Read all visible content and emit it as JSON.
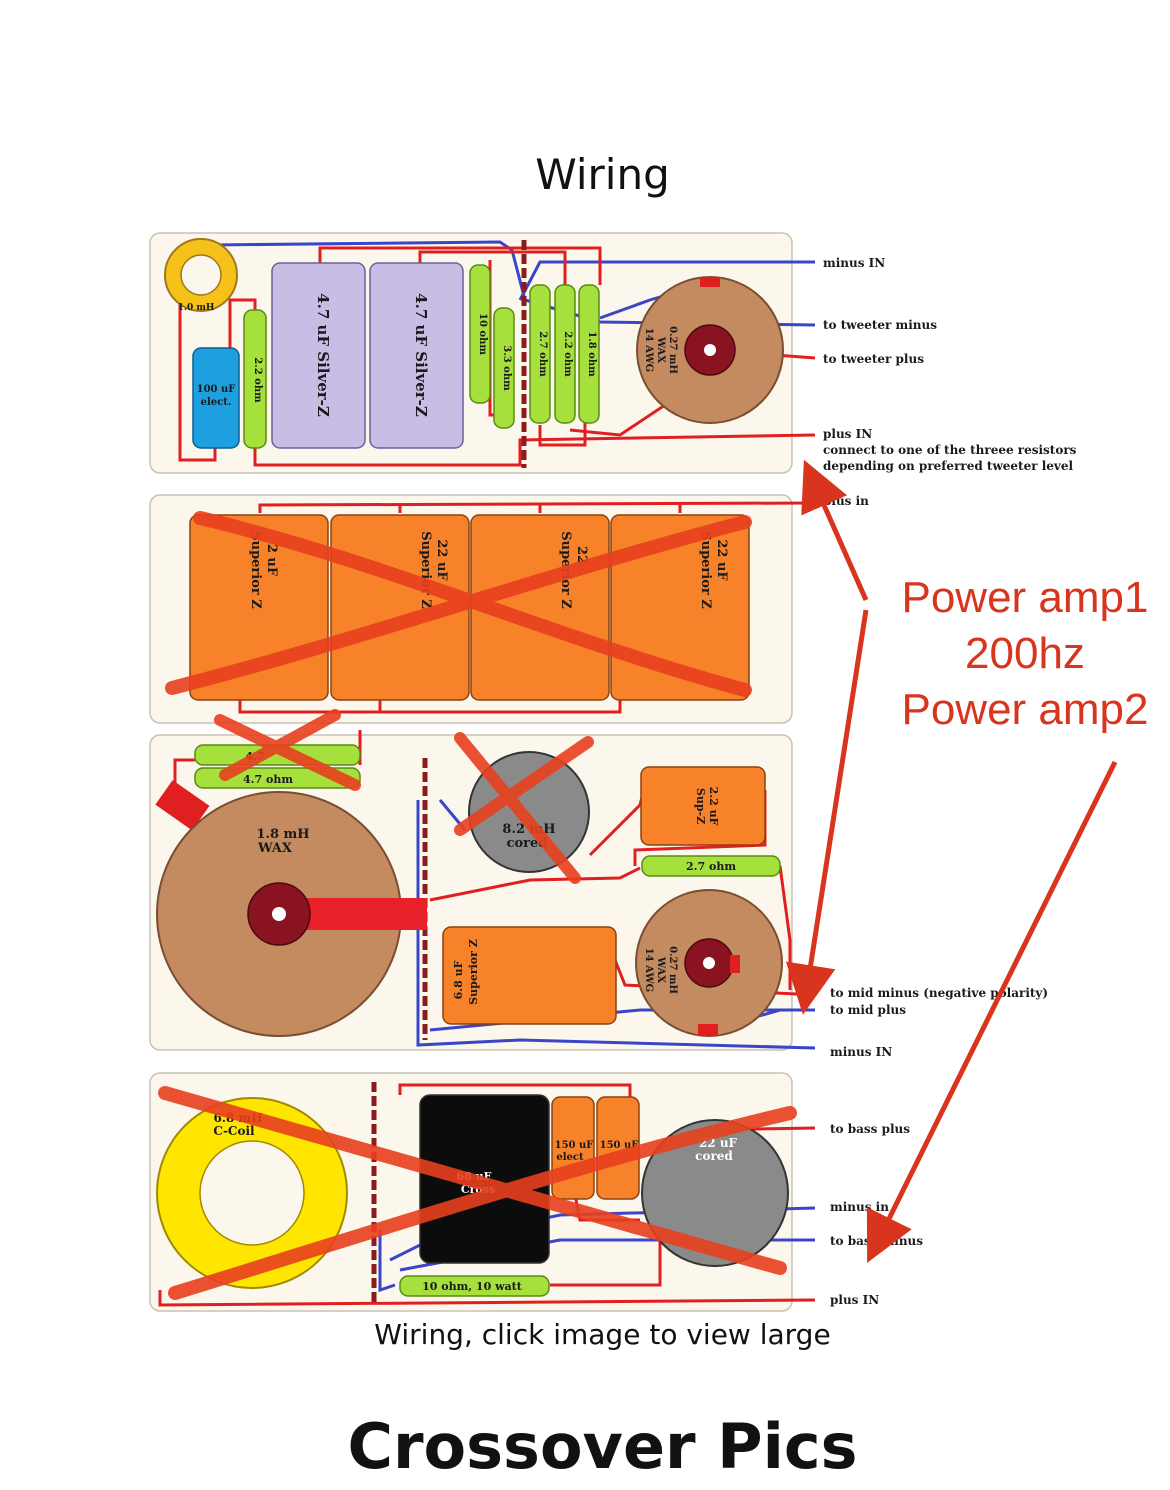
{
  "title": "Wiring",
  "caption": "Wiring, click image to view large",
  "footer_heading": "Crossover Pics",
  "colors": {
    "wire_red": "#e02020",
    "wire_blue": "#3a45c8",
    "annotation_red": "#d8341e",
    "panel_bg": "#fbf7ec",
    "cap_orange": "#f7822a",
    "cap_lavender": "#c9bde6",
    "resistor_green": "#a6e03c",
    "inductor_brown": "#c48a60",
    "core_gray": "#8a8a8a",
    "coil_yellow": "#ffe600",
    "elec_blue": "#1e9fe0"
  },
  "panels": {
    "tweeter": {
      "components": {
        "inductor_1": "1.0 mH",
        "elec_1": "100 uF",
        "elec_2": "elect.",
        "res_22": "2.2 ohm",
        "cap_a": "4.7 uF Silver-Z",
        "cap_b": "4.7 uF Silver-Z",
        "res_10": "10 ohm",
        "res_33": "3.3 ohm",
        "res_27": "2.7 ohm",
        "res_22b": "2.2 ohm",
        "res_18": "1.8 ohm",
        "coil_l1": "0.27 mH",
        "coil_l2": "WAX",
        "coil_l3": "14 AWG"
      },
      "labels": {
        "minus_in": "minus IN",
        "tw_minus": "to tweeter minus",
        "tw_plus": "to tweeter plus",
        "plus_in": "plus IN",
        "note1": "connect to one of the threee resistors",
        "note2": "depending on preferred tweeter level"
      }
    },
    "caps": {
      "plus_in": "plus in",
      "c1a": "2 uF",
      "c1b": "Superior Z",
      "c2a": "22 uF",
      "c2b": "Superior Z",
      "c3a": "22",
      "c3b": "Superior Z",
      "c4a": "22 uF",
      "c4b": "Superior Z"
    },
    "mid": {
      "components": {
        "res_a": "4.7",
        "res_b": "4.7 ohm",
        "coil_big_1": "1.8 mH",
        "coil_big_2": "WAX",
        "cored_1": "8.2 mH",
        "cored_2": "cored",
        "cap_22_a": "2.2 uF",
        "cap_22_b": "Sup-Z",
        "res_27": "2.7 ohm",
        "cap_68_a": "6.8 uF",
        "cap_68_b": "Superior Z",
        "coil_l1": "0.27 mH",
        "coil_l2": "WAX",
        "coil_l3": "14 AWG"
      },
      "labels": {
        "mid_minus": "to mid minus (negative polarity)",
        "mid_plus": "to mid plus",
        "minus_in": "minus IN"
      }
    },
    "bass": {
      "components": {
        "coil_1": "6.8 mH",
        "coil_2": "C-Coil",
        "cap_68_a": "68 uF",
        "cap_68_b": "Cross",
        "e1_a": "150 uF",
        "e1_b": "elect",
        "e2_a": "150 uF",
        "cored_1": "22 uF",
        "cored_2": "cored",
        "res": "10 ohm, 10 watt"
      },
      "labels": {
        "bass_plus": "to bass plus",
        "minus_in": "minus in",
        "bass_minus": "to bass minus",
        "plus_in": "plus IN"
      }
    }
  },
  "annotation": {
    "line1": "Power amp1",
    "line2": "200hz",
    "line3": "Power amp2"
  }
}
